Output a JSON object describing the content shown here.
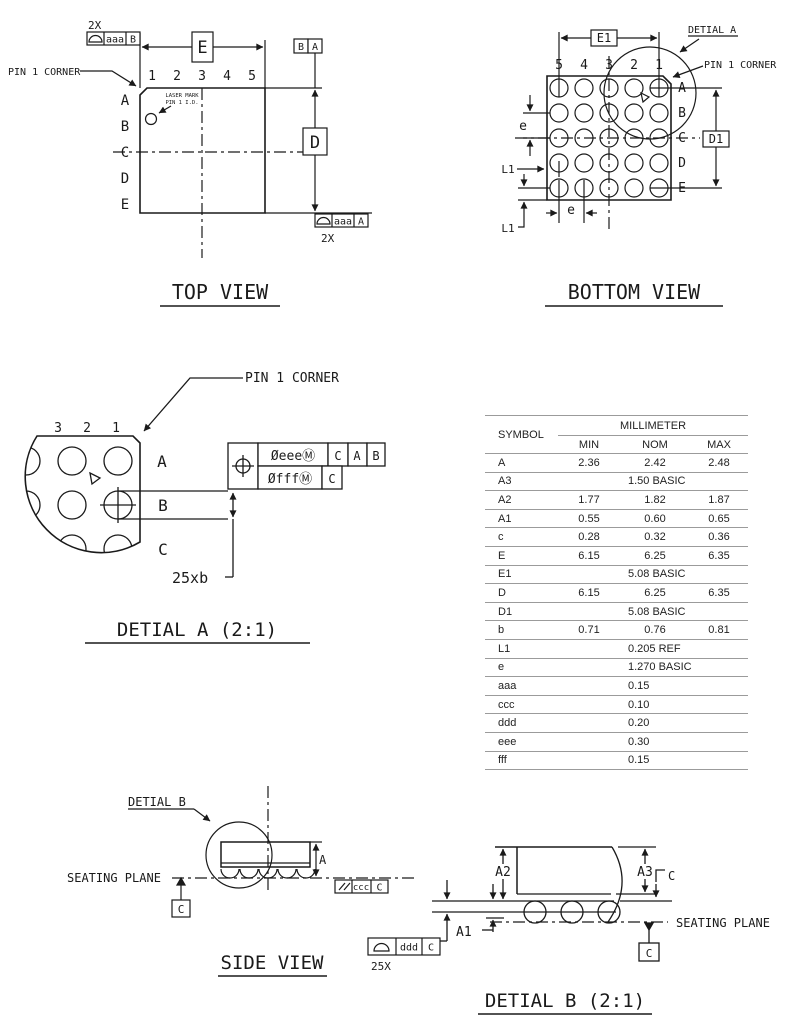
{
  "drawing": {
    "views": {
      "top": {
        "title": "TOP VIEW",
        "qty": "2X",
        "fcf_tol": "aaa",
        "fcf_datum": "B",
        "qty2": "2X",
        "fcf2_tol": "aaa",
        "fcf2_datum": "A",
        "dim_e": "E",
        "dim_d": "D",
        "datum_b": "B",
        "datum_a": "A",
        "pin1": "PIN 1 CORNER",
        "laser1": "LASER MARK",
        "laser2": "PIN 1 I.D.",
        "cols": [
          "1",
          "2",
          "3",
          "4",
          "5"
        ],
        "rows": [
          "A",
          "B",
          "C",
          "D",
          "E"
        ]
      },
      "bottom": {
        "title": "BOTTOM VIEW",
        "detail_label": "DETIAL A",
        "pin1": "PIN 1 CORNER",
        "dim_e1": "E1",
        "dim_d1": "D1",
        "dim_e_left": "e",
        "dim_e_bot": "e",
        "dim_l1_mid": "L1",
        "dim_l1_bot": "L1",
        "cols": [
          "5",
          "4",
          "3",
          "2",
          "1"
        ],
        "rows": [
          "A",
          "B",
          "C",
          "D",
          "E"
        ]
      },
      "detail_a": {
        "title": "DETIAL A (2:1)",
        "pin1": "PIN 1 CORNER",
        "balls": "25xb",
        "cols": [
          "3",
          "2",
          "1"
        ],
        "rows": [
          "A",
          "B",
          "C"
        ],
        "fcf": {
          "r1_tol": "ØeeeⓂ",
          "r1_d1": "C",
          "r1_d2": "A",
          "r1_d3": "B",
          "r2_tol": "ØfffⓂ",
          "r2_d1": "C"
        }
      },
      "side": {
        "title": "SIDE VIEW",
        "detail_label": "DETIAL B",
        "seating": "SEATING PLANE",
        "datum_c": "C",
        "dim_a": "A",
        "par_tol": "ccc",
        "par_datum": "C",
        "prof_tol": "ddd",
        "prof_datum": "C",
        "qty": "25X"
      },
      "detail_b": {
        "title": "DETIAL B (2:1)",
        "seating": "SEATING PLANE",
        "dim_a1": "A1",
        "dim_a2": "A2",
        "dim_a3": "A3",
        "corner_c": "C",
        "datum_c": "C"
      }
    },
    "table": {
      "col_symbol": "SYMBOL",
      "col_unit": "MILLIMETER",
      "col_min": "MIN",
      "col_nom": "NOM",
      "col_max": "MAX",
      "rows": [
        {
          "s": "A",
          "min": "2.36",
          "nom": "2.42",
          "max": "2.48"
        },
        {
          "s": "A3",
          "span": "1.50 BASIC"
        },
        {
          "s": "A2",
          "min": "1.77",
          "nom": "1.82",
          "max": "1.87"
        },
        {
          "s": "A1",
          "min": "0.55",
          "nom": "0.60",
          "max": "0.65"
        },
        {
          "s": "c",
          "min": "0.28",
          "nom": "0.32",
          "max": "0.36"
        },
        {
          "s": "E",
          "min": "6.15",
          "nom": "6.25",
          "max": "6.35"
        },
        {
          "s": "E1",
          "span": "5.08 BASIC"
        },
        {
          "s": "D",
          "min": "6.15",
          "nom": "6.25",
          "max": "6.35"
        },
        {
          "s": "D1",
          "span": "5.08 BASIC"
        },
        {
          "s": "b",
          "min": "0.71",
          "nom": "0.76",
          "max": "0.81"
        },
        {
          "s": "L1",
          "span": "0.205 REF"
        },
        {
          "s": "e",
          "span": "1.270 BASIC"
        },
        {
          "s": "aaa",
          "span": "0.15"
        },
        {
          "s": "ccc",
          "span": "0.10"
        },
        {
          "s": "ddd",
          "span": "0.20"
        },
        {
          "s": "eee",
          "span": "0.30"
        },
        {
          "s": "fff",
          "span": "0.15"
        }
      ]
    },
    "colors": {
      "line": "#1a1a1a",
      "table_rule": "#9b9b9b",
      "table_text": "#222222"
    }
  }
}
